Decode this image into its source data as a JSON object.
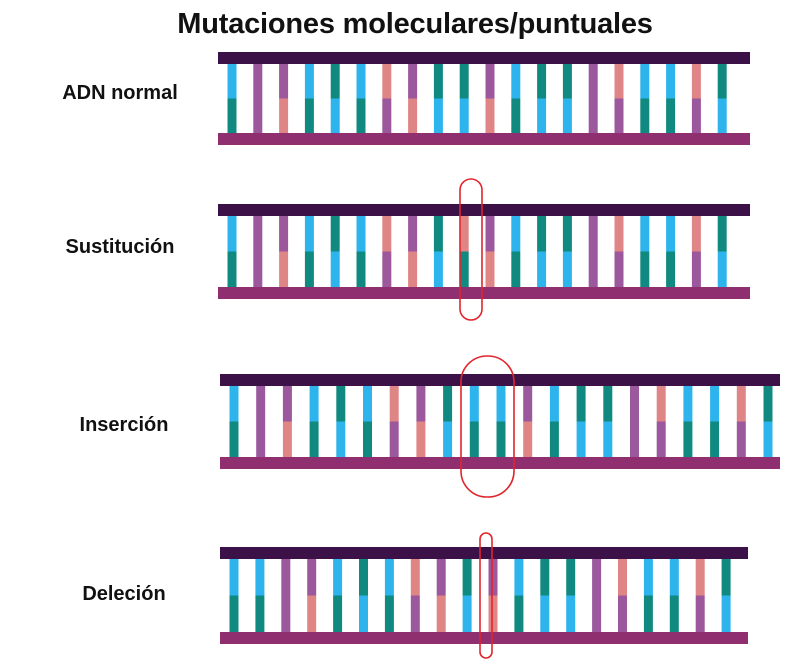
{
  "title": "Mutaciones moleculares/puntuales",
  "rows": [
    {
      "label": "ADN normal"
    },
    {
      "label": "Sustitución"
    },
    {
      "label": "Inserción"
    },
    {
      "label": "Deleción"
    }
  ],
  "colors": {
    "backbone_top": "#3b1147",
    "backbone_bottom": "#8f2f70",
    "blue": "#2eb4ed",
    "teal": "#108a80",
    "purple": "#9b589d",
    "pink": "#e08585",
    "highlight": "#e0252d"
  },
  "sequences": {
    "normal": [
      "BT",
      "PP",
      "PK",
      "BT",
      "TB",
      "BT",
      "KP",
      "PK",
      "TB",
      "TB",
      "PK",
      "BT",
      "TB",
      "TB",
      "PP",
      "KP",
      "BT",
      "BT",
      "KP",
      "TB"
    ],
    "substitution": [
      "BT",
      "PP",
      "PK",
      "BT",
      "TB",
      "BT",
      "KP",
      "PK",
      "TB",
      "KT",
      "PK",
      "BT",
      "TB",
      "TB",
      "PP",
      "KP",
      "BT",
      "BT",
      "KP",
      "TB"
    ],
    "insertion": [
      "BT",
      "PP",
      "PK",
      "BT",
      "TB",
      "BT",
      "KP",
      "PK",
      "TB",
      "BT",
      "BT",
      "PK",
      "BT",
      "TB",
      "TB",
      "PP",
      "KP",
      "BT",
      "BT",
      "KP",
      "TB"
    ],
    "deletion": [
      "BT",
      "BT",
      "PP",
      "PK",
      "BT",
      "TB",
      "BT",
      "KP",
      "PK",
      "TB",
      "PK",
      "BT",
      "TB",
      "TB",
      "PP",
      "KP",
      "BT",
      "BT",
      "KP",
      "TB"
    ]
  }
}
